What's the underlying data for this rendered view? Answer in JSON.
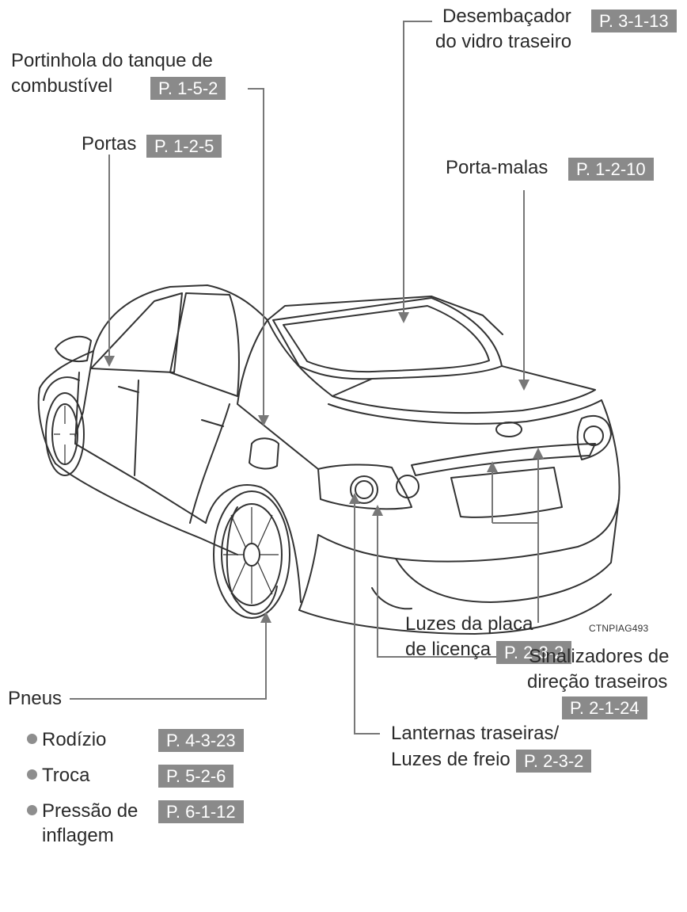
{
  "callouts": {
    "rear_defogger": {
      "line1": "Desembaçador",
      "line2": "do vidro traseiro",
      "ref": "P. 3-1-13"
    },
    "fuel_door": {
      "line1": "Portinhola do tanque de",
      "line2": "combustível",
      "ref": "P. 1-5-2"
    },
    "doors": {
      "label": "Portas",
      "ref": "P. 1-2-5"
    },
    "trunk": {
      "label": "Porta-malas",
      "ref": "P. 1-2-10"
    },
    "license_lights": {
      "line1": "Luzes da placa",
      "line2": "de licença",
      "ref": "P. 2-3-2"
    },
    "turn_signals": {
      "line1": "Sinalizadores de",
      "line2": "direção traseiros",
      "ref": "P. 2-1-24"
    },
    "tail_lights": {
      "line1": "Lanternas traseiras/",
      "line2": "Luzes de freio",
      "ref": "P. 2-3-2"
    },
    "tires": {
      "label": "Pneus",
      "items": [
        {
          "label": "Rodízio",
          "ref": "P. 4-3-23"
        },
        {
          "label": "Troca",
          "ref": "P. 5-2-6"
        },
        {
          "label": "Pressão de",
          "label2": "inflagem",
          "ref": "P. 6-1-12"
        }
      ]
    }
  },
  "figure_code": "CTNPIAG493",
  "colors": {
    "ref_bg": "#8a8a8a",
    "ref_text": "#ffffff",
    "line": "#777777",
    "car": "#333333"
  }
}
